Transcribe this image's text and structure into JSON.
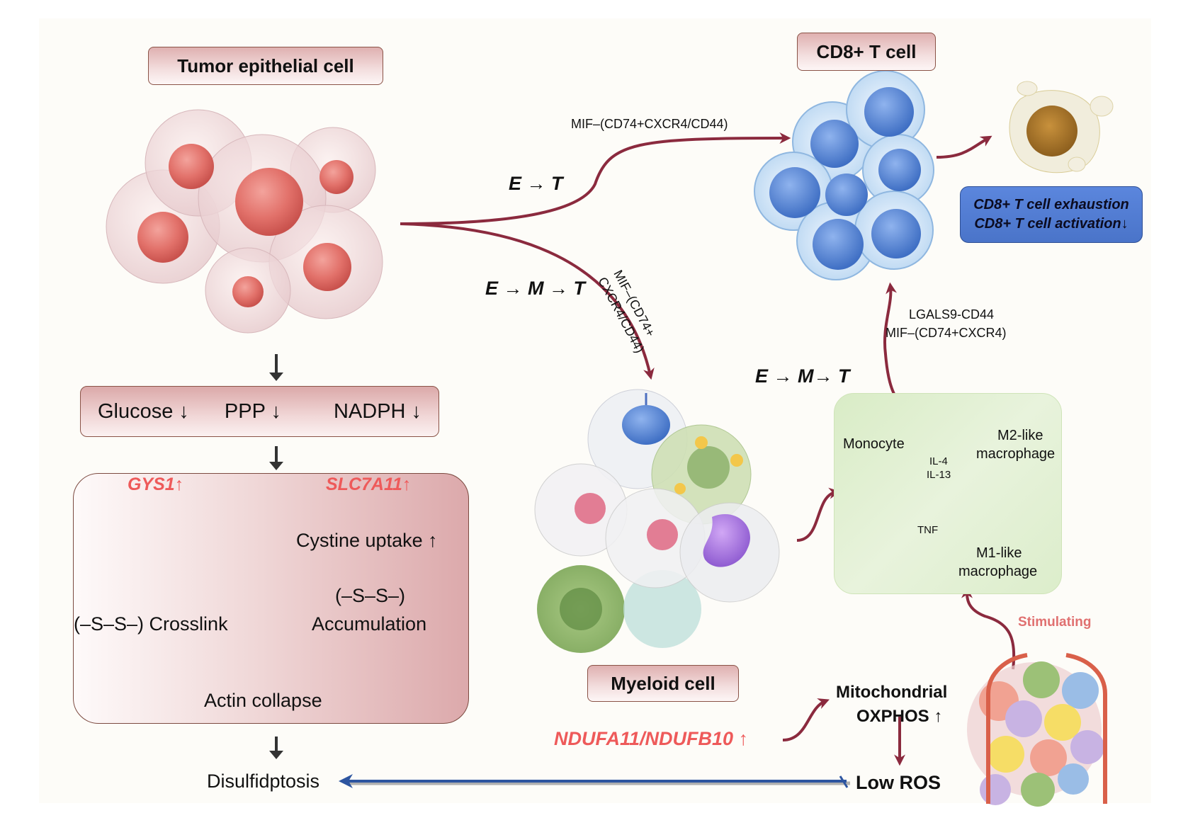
{
  "colors": {
    "background": "#fdfcf8",
    "title_box_top": "#dfb0b0",
    "flow_arrow": "#8b2a3e",
    "inhibit_arrow": "#2d55a0",
    "gene_red": "#ee5a5a",
    "stimulating_red": "#e07070",
    "green_panel": "#dcedcb",
    "blue_box": "#4f7ad2"
  },
  "titles": {
    "tumor": "Tumor epithelial cell",
    "cd8": "CD8+ T cell",
    "myeloid": "Myeloid cell"
  },
  "metabolism": {
    "glucose": "Glucose ↓",
    "ppp": "PPP ↓",
    "nadph": "NADPH ↓"
  },
  "mechanism": {
    "gys1": "GYS1",
    "gys1_arrow": "↑",
    "slc7a11": "SLC7A11",
    "slc7a11_arrow": "↑",
    "cystine": "Cystine uptake ↑",
    "ss_left": "(–S–S–) Crosslink",
    "ss_right_1": "(–S–S–)",
    "ss_right_2": "Accumulation",
    "actin": "Actin collapse"
  },
  "outcome": {
    "disulfidptosis": "Disulfidptosis",
    "low_ros": "Low ROS"
  },
  "pathways": {
    "e_t": "E → T",
    "e_m_t_left": "E → M → T",
    "e_m_t_right": "E → M→ T"
  },
  "ligands": {
    "mif_top": "MIF–(CD74+CXCR4/CD44)",
    "mif_rot_1": "MIF–(CD74+",
    "mif_rot_2": "CXCR4/CD44)",
    "lgals9": "LGALS9-CD44",
    "mif_up": "MIF–(CD74+CXCR4)"
  },
  "tcell_effects": {
    "line1": "CD8+ T cell exhaustion",
    "line2": "CD8+ T cell activation↓"
  },
  "macrophage_panel": {
    "monocyte": "Monocyte",
    "m2_line1": "M2-like",
    "m2_line2": "macrophage",
    "il4": "IL-4",
    "il13": "IL-13",
    "tnf": "TNF",
    "m1_line1": "M1-like",
    "m1_line2": "macrophage"
  },
  "oxphos": {
    "genes": "NDUFA11/NDUFB10",
    "genes_arrow": "↑",
    "line1": "Mitochondrial",
    "line2": "OXPHOS ↑"
  },
  "tme": {
    "stimulating": "Stimulating"
  }
}
